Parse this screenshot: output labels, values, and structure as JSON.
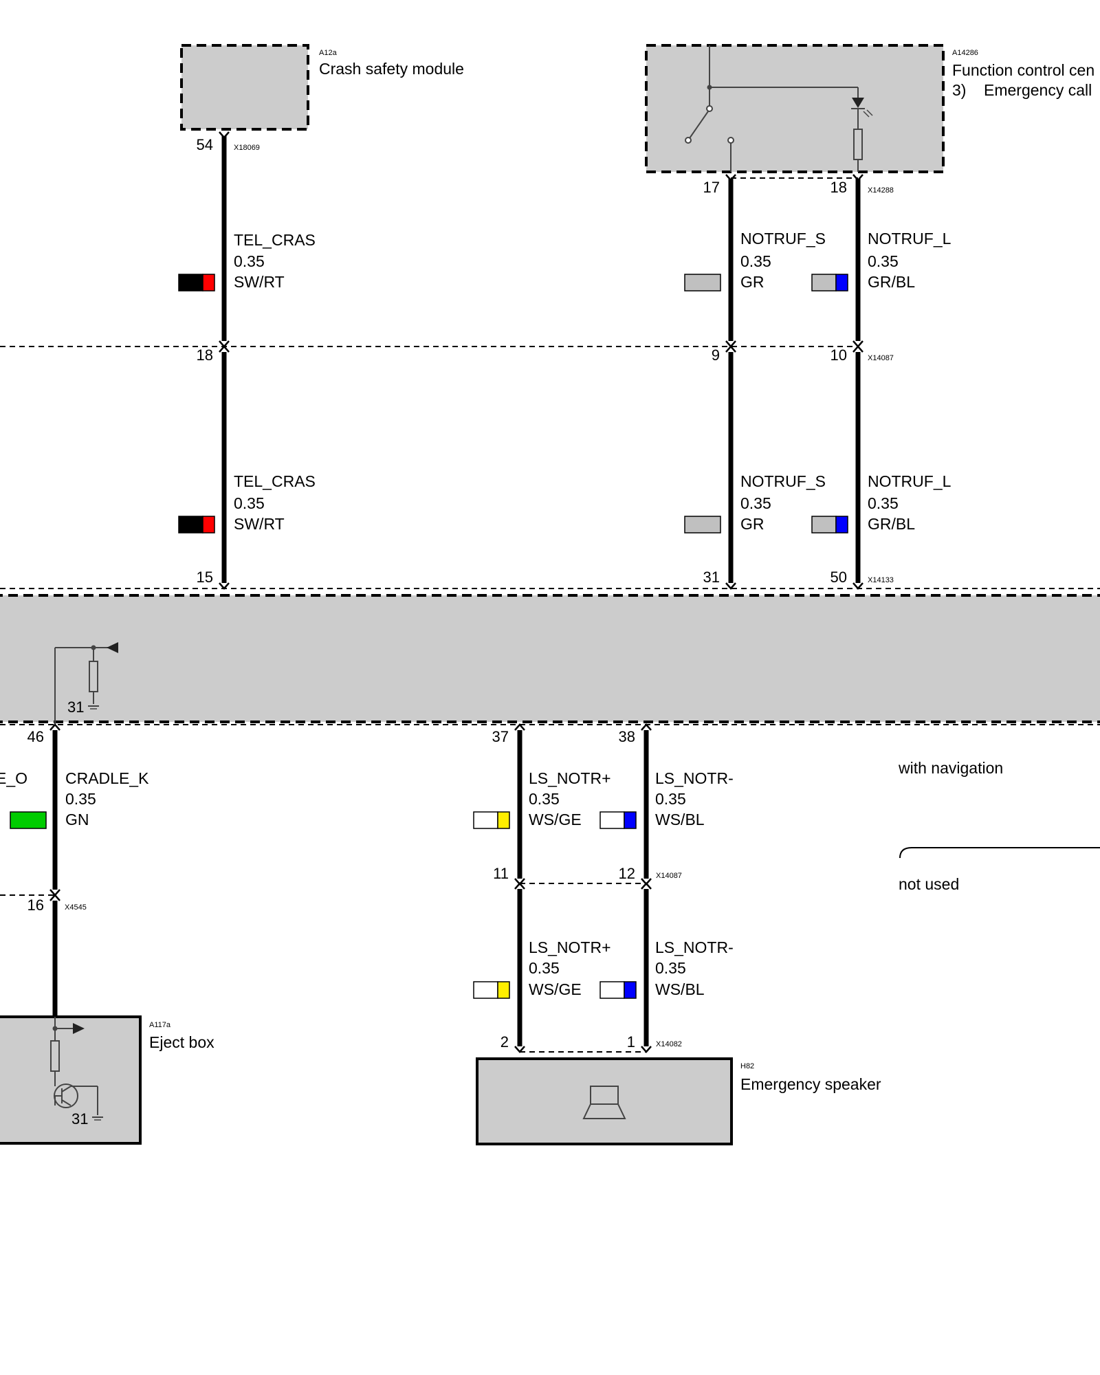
{
  "components": {
    "crash_module": {
      "id": "A12a",
      "name": "Crash safety module"
    },
    "function_control": {
      "id": "A14286",
      "name": "Function control cen",
      "note": "3)    Emergency call"
    },
    "eject_box": {
      "id": "A117a",
      "name": "Eject box",
      "ground": "31"
    },
    "speaker": {
      "id": "H82",
      "name": "Emergency speaker"
    },
    "main_unit": {
      "ground": "31"
    }
  },
  "connectors": {
    "x18069": "X18069",
    "x14288": "X14288",
    "x14087_top": "X14087",
    "x14133": "X14133",
    "x4545": "X4545",
    "x14087_low": "X14087",
    "x14082": "X14082"
  },
  "pins": {
    "p54": "54",
    "p17": "17",
    "p18a": "18",
    "p18b": "18",
    "p9": "9",
    "p10": "10",
    "p15": "15",
    "p31": "31",
    "p50": "50",
    "p46": "46",
    "p37": "37",
    "p38": "38",
    "p16": "16",
    "p11": "11",
    "p12": "12",
    "p2": "2",
    "p1": "1"
  },
  "wires": {
    "tel_cras_1": {
      "signal": "TEL_CRAS",
      "size": "0.35",
      "color": "SW/RT",
      "c1": "#000000",
      "c2": "#ff0000"
    },
    "tel_cras_2": {
      "signal": "TEL_CRAS",
      "size": "0.35",
      "color": "SW/RT",
      "c1": "#000000",
      "c2": "#ff0000"
    },
    "notruf_s_1": {
      "signal": "NOTRUF_S",
      "size": "0.35",
      "color": "GR",
      "c1": "#c0c0c0"
    },
    "notruf_s_2": {
      "signal": "NOTRUF_S",
      "size": "0.35",
      "color": "GR",
      "c1": "#c0c0c0"
    },
    "notruf_l_1": {
      "signal": "NOTRUF_L",
      "size": "0.35",
      "color": "GR/BL",
      "c1": "#c0c0c0",
      "c2": "#0000ff"
    },
    "notruf_l_2": {
      "signal": "NOTRUF_L",
      "size": "0.35",
      "color": "GR/BL",
      "c1": "#c0c0c0",
      "c2": "#0000ff"
    },
    "cradle_k": {
      "signal": "CRADLE_K",
      "size": "0.35",
      "color": "GN",
      "c1": "#00cc00",
      "neighbor_partial": "E_O"
    },
    "ls_notr_plus_1": {
      "signal": "LS_NOTR+",
      "size": "0.35",
      "color": "WS/GE",
      "c1": "#ffffff",
      "c2": "#ffee00"
    },
    "ls_notr_minus_1": {
      "signal": "LS_NOTR-",
      "size": "0.35",
      "color": "WS/BL",
      "c1": "#ffffff",
      "c2": "#0000ff"
    },
    "ls_notr_plus_2": {
      "signal": "LS_NOTR+",
      "size": "0.35",
      "color": "WS/GE",
      "c1": "#ffffff",
      "c2": "#ffee00"
    },
    "ls_notr_minus_2": {
      "signal": "LS_NOTR-",
      "size": "0.35",
      "color": "WS/BL",
      "c1": "#ffffff",
      "c2": "#0000ff"
    }
  },
  "notes": {
    "with_navigation": "with navigation",
    "not_used": "not used"
  }
}
